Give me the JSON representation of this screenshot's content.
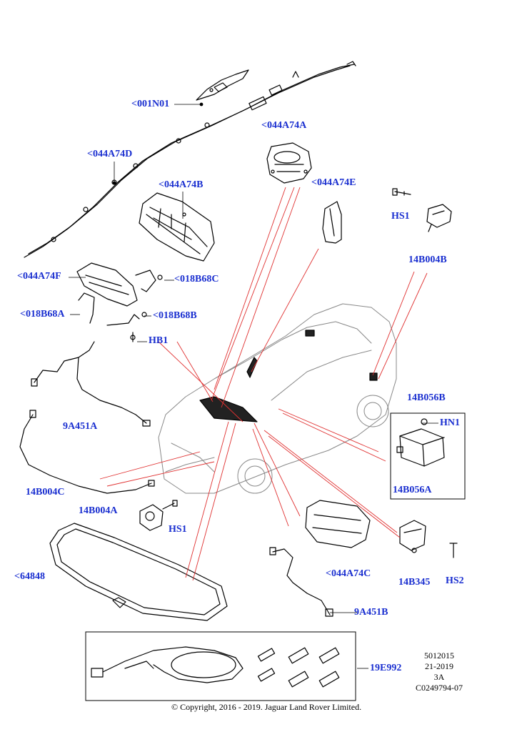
{
  "parts": {
    "p001N01": "<001N01",
    "p044A74D": "<044A74D",
    "p044A74A": "<044A74A",
    "p044A74B": "<044A74B",
    "p044A74E": "<044A74E",
    "pHS1_top": "HS1",
    "p14B004B": "14B004B",
    "p044A74F": "<044A74F",
    "p018B68C": "<018B68C",
    "p018B68A": "<018B68A",
    "p018B68B": "<018B68B",
    "pHB1": "HB1",
    "p14B056B": "14B056B",
    "pHN1": "HN1",
    "p14B056A": "14B056A",
    "p9A451A": "9A451A",
    "p14B004C": "14B004C",
    "p14B004A": "14B004A",
    "pHS1_bottom": "HS1",
    "p64848": "<64848",
    "p044A74C": "<044A74C",
    "p14B345": "14B345",
    "pHS2": "HS2",
    "p9A451B": "9A451B",
    "p19E992": "19E992"
  },
  "reference": {
    "line1": "5012015",
    "line2": "21-2019",
    "line3": "3A",
    "line4": "C0249794-07"
  },
  "copyright": "© Copyright, 2016 - 2019. Jaguar Land Rover Limited.",
  "colors": {
    "label": "#1a2fd0",
    "leader": "#e03030",
    "line": "#000000"
  }
}
